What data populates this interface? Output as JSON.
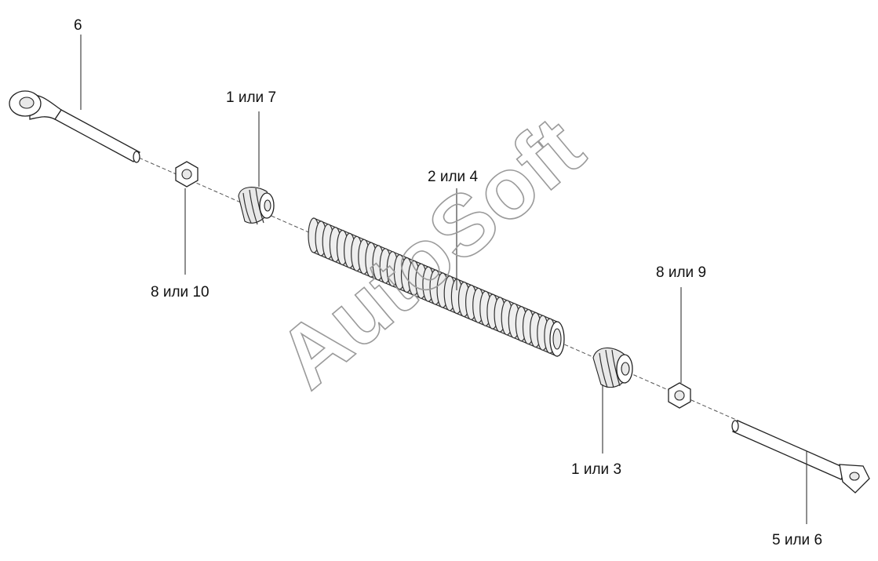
{
  "callouts": {
    "rod_left": "6",
    "nut_left_top": "1 или 7",
    "spring": "2 или 4",
    "nut_small_left": "8 или 10",
    "nut_small_right": "8 или 9",
    "nut_right_bottom": "1 или 3",
    "rod_right": "5 или 6"
  },
  "watermark": "AutoSoft",
  "colors": {
    "line": "#222222",
    "watermark": "#9a9a9a",
    "background": "#ffffff"
  }
}
